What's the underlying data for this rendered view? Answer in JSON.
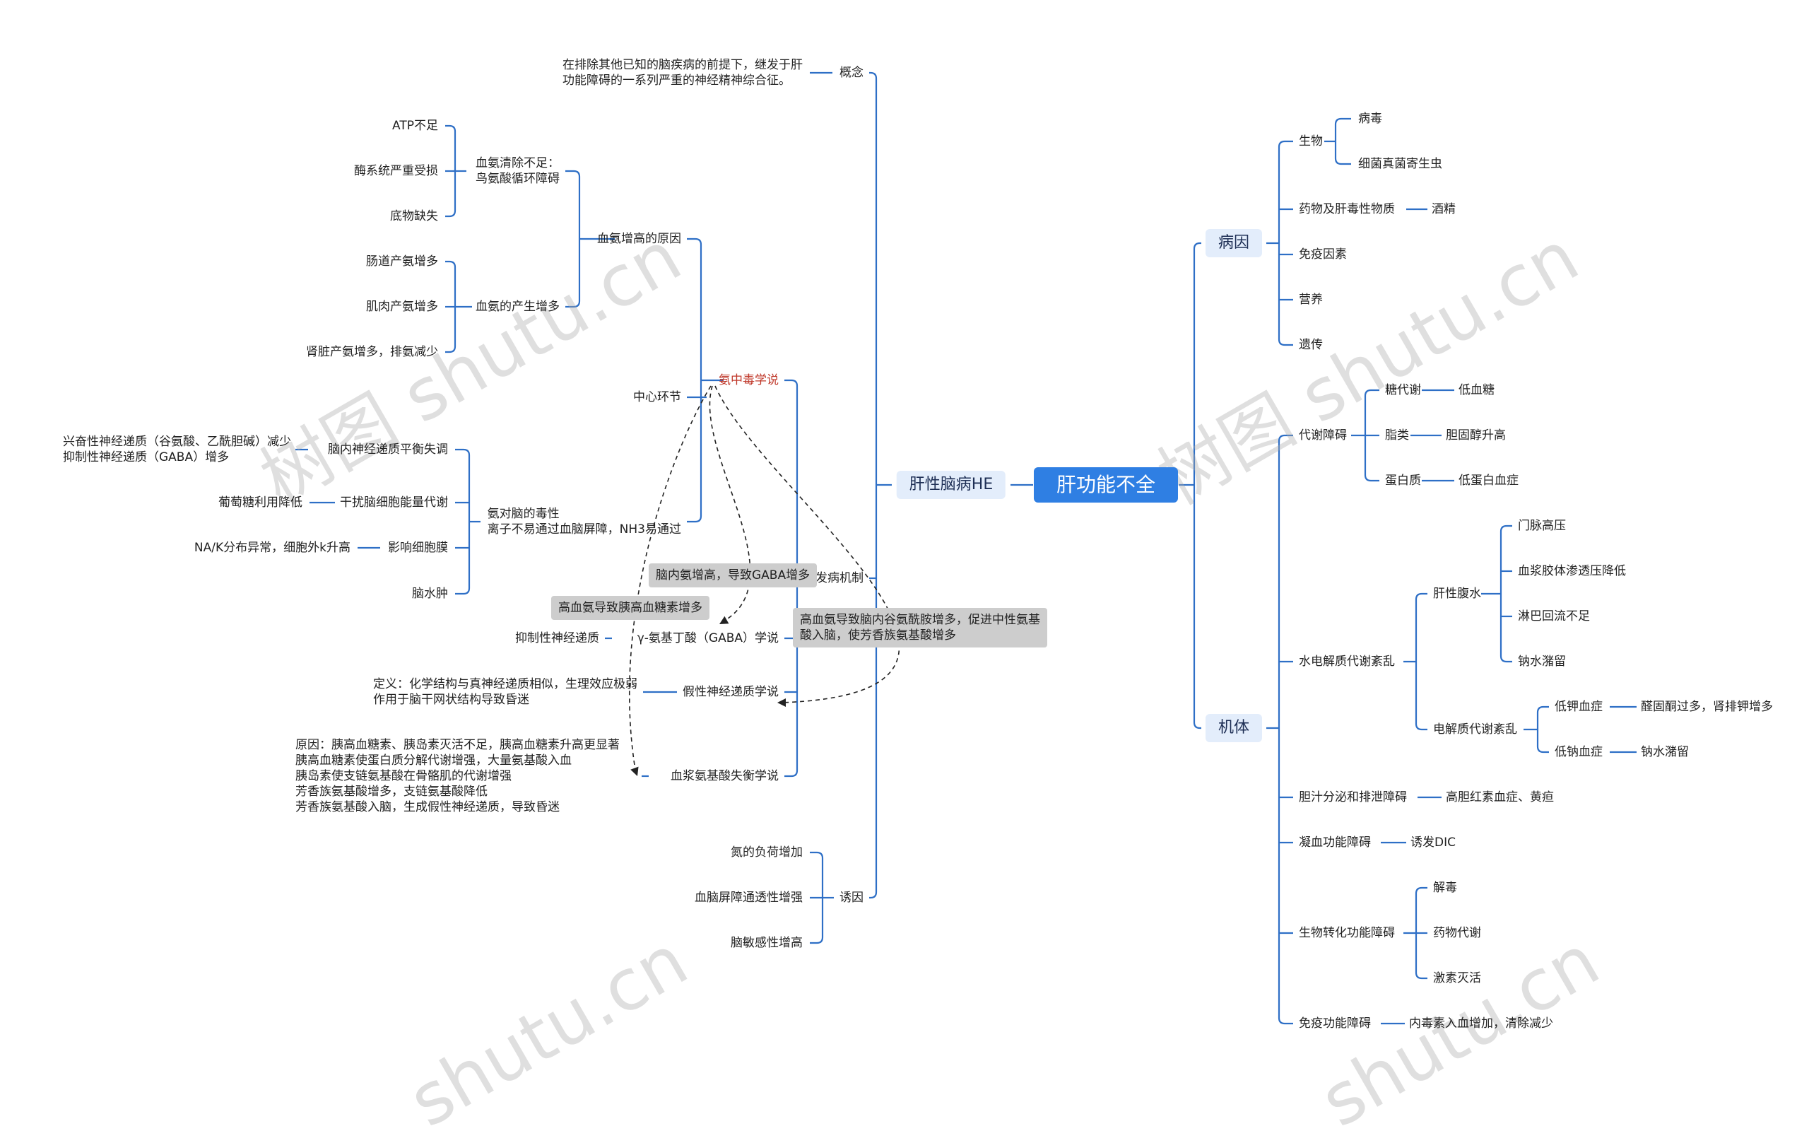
{
  "root": "肝功能不全",
  "watermark": "树图 shutu.cn",
  "watermark_partial": "shutu.cn",
  "left": {
    "he": "肝性脑病HE",
    "concept": "概念",
    "concept_text": "在排除其他已知的脑疾病的前提下，继发于肝\n功能障碍的一系列严重的神经精神综合征。",
    "mechanism": "发病机制",
    "ammonia": "氨中毒学说",
    "central": "中心环节",
    "ammonia_rise": "血氨增高的原因",
    "clear": "血氨清除不足：\n鸟氨酸循环障碍",
    "clear_items": [
      "ATP不足",
      "酶系统严重受损",
      "底物缺失"
    ],
    "produce": "血氨的产生增多",
    "produce_items": [
      "肠道产氨增多",
      "肌肉产氨增多",
      "肾脏产氨增多，排氨减少"
    ],
    "toxic": "氨对脑的毒性\n离子不易通过血脑屏障，NH3易通过",
    "imbalance": "脑内神经递质平衡失调",
    "imbalance_detail": "兴奋性神经递质（谷氨酸、乙酰胆碱）减少\n抑制性神经递质（GABA）增多",
    "energy": "干扰脑细胞能量代谢",
    "energy_detail": "葡萄糖利用降低",
    "membrane": "影响细胞膜",
    "membrane_detail": "NA/K分布异常，细胞外k升高",
    "edema": "脑水肿",
    "gaba": "γ-氨基丁酸（GABA）学说",
    "gaba_detail": "抑制性神经递质",
    "false_nt": "假性神经递质学说",
    "false_nt_detail": "定义：化学结构与真神经递质相似，生理效应极弱\n作用于脑干网状结构导致昏迷",
    "aa": "血浆氨基酸失衡学说",
    "aa_detail": "原因：胰高血糖素、胰岛素灭活不足，胰高血糖素升高更显著\n胰高血糖素使蛋白质分解代谢增强，大量氨基酸入血\n胰岛素使支链氨基酸在骨骼肌的代谢增强\n芳香族氨基酸增多，支链氨基酸降低\n芳香族氨基酸入脑，生成假性神经递质，导致昏迷",
    "inducement": "诱因",
    "inducement_items": [
      "氮的负荷增加",
      "血脑屏障通透性增强",
      "脑敏感性增高"
    ],
    "notes": [
      "脑内氨增高，导致GABA增多",
      "高血氨导致胰高血糖素增多",
      "高血氨导致脑内谷氨酰胺增多，促进中性氨基\n酸入脑，使芳香族氨基酸增多"
    ]
  },
  "right": {
    "cause": "病因",
    "bio": "生物",
    "bio_items": [
      "病毒",
      "细菌真菌寄生虫"
    ],
    "drug": "药物及肝毒性物质",
    "drug_item": "酒精",
    "immune": "免疫因素",
    "nutrition": "营养",
    "heredity": "遗传",
    "body": "机体",
    "metabolic": "代谢障碍",
    "met_items": [
      {
        "k": "糖代谢",
        "v": "低血糖"
      },
      {
        "k": "脂类",
        "v": "胆固醇升高"
      },
      {
        "k": "蛋白质",
        "v": "低蛋白血症"
      }
    ],
    "water": "水电解质代谢紊乱",
    "ascites": "肝性腹水",
    "ascites_items": [
      "门脉高压",
      "血浆胶体渗透压降低",
      "淋巴回流不足",
      "钠水潴留"
    ],
    "electrolyte": "电解质代谢紊乱",
    "lowk": "低钾血症",
    "lowk_detail": "醛固酮过多，肾排钾增多",
    "lowna": "低钠血症",
    "lowna_detail": "钠水潴留",
    "bile": "胆汁分泌和排泄障碍",
    "bile_detail": "高胆红素血症、黄疸",
    "coag": "凝血功能障碍",
    "coag_detail": "诱发DIC",
    "biotrans": "生物转化功能障碍",
    "biotrans_items": [
      "解毒",
      "药物代谢",
      "激素灭活"
    ],
    "immunefn": "免疫功能障碍",
    "immunefn_detail": "内毒素入血增加，清除减少"
  }
}
